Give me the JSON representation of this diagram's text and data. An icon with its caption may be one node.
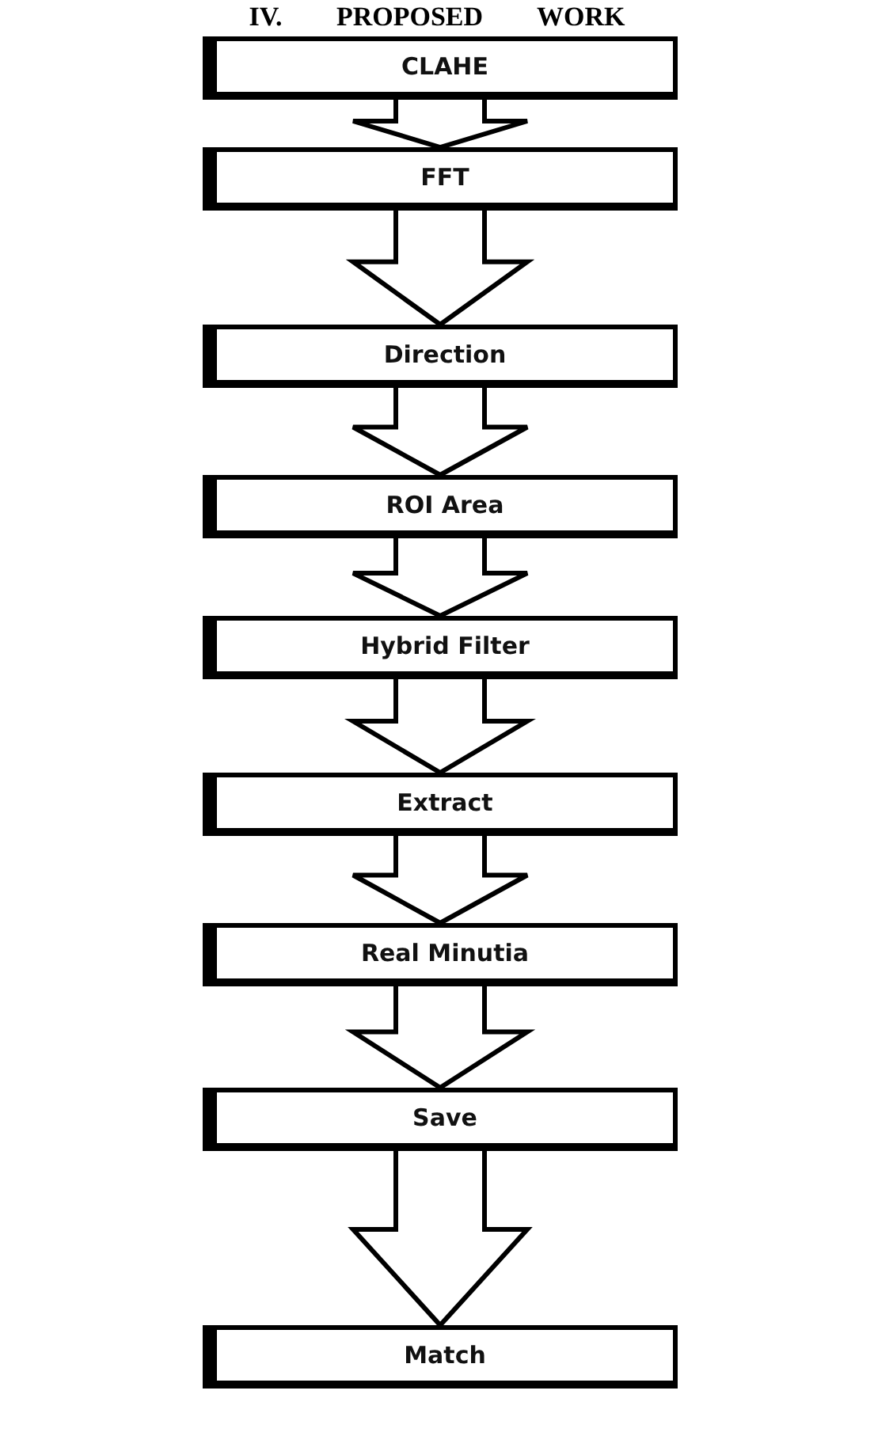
{
  "diagram": {
    "title": "IV. PROPOSED WORK",
    "nodes": [
      {
        "text": [
          "CLAHE"
        ]
      },
      {
        "text": [
          "FFT"
        ]
      },
      {
        "text": [
          "Direction"
        ]
      },
      {
        "text": [
          "ROI Area"
        ]
      },
      {
        "text": [
          "Hybrid Filter"
        ]
      },
      {
        "text": [
          "Extract"
        ]
      },
      {
        "text": [
          "Real Minutia"
        ]
      },
      {
        "text": [
          "Save"
        ]
      },
      {
        "text": [
          "Match"
        ]
      }
    ],
    "edges": [
      {
        "from": 0,
        "to": 1,
        "arrow": "to"
      },
      {
        "from": 1,
        "to": 2,
        "arrow": "to"
      },
      {
        "from": 2,
        "to": 3,
        "arrow": "to"
      },
      {
        "from": 3,
        "to": 4,
        "arrow": "to"
      },
      {
        "from": 4,
        "to": 5,
        "arrow": "to"
      },
      {
        "from": 5,
        "to": 6,
        "arrow": "to"
      },
      {
        "from": 6,
        "to": 7,
        "arrow": "to"
      },
      {
        "from": 7,
        "to": 8,
        "arrow": "to"
      }
    ]
  }
}
